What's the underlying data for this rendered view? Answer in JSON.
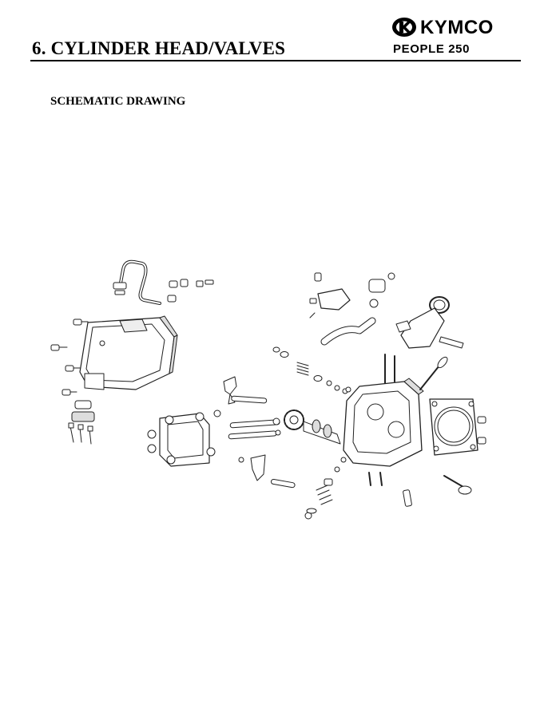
{
  "header": {
    "chapter_title": "6. CYLINDER HEAD/VALVES",
    "brand": "KYMCO",
    "model": "PEOPLE 250"
  },
  "section": {
    "heading": "SCHEMATIC DRAWING"
  },
  "drawing": {
    "icon": "exploded-view-cylinder-head-diagram"
  }
}
